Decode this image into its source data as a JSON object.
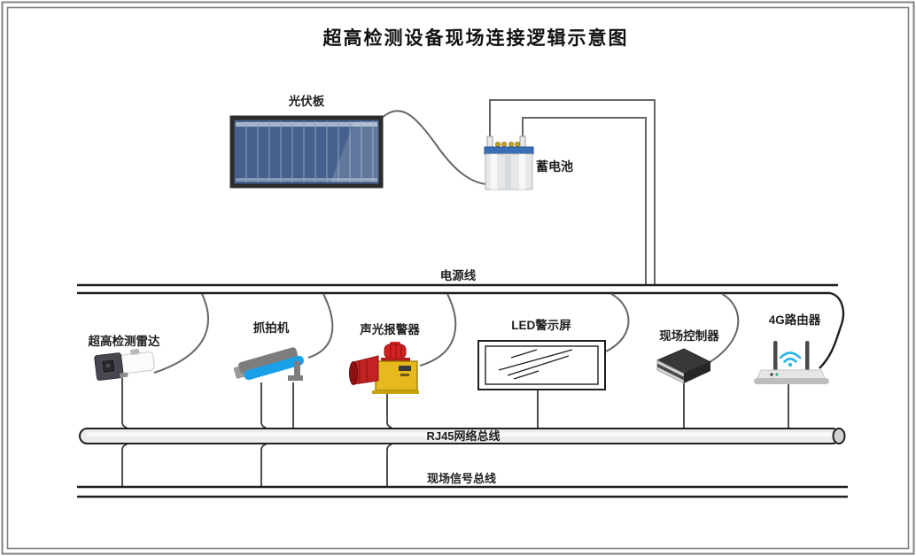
{
  "title": "超高检测设备现场连接逻辑示意图",
  "power": {
    "solar_label": "光伏板",
    "battery_label": "蓄电池"
  },
  "buses": {
    "power_line_label": "电源线",
    "network_bus_label": "RJ45网络总线",
    "signal_bus_label": "现场信号总线"
  },
  "devices": [
    {
      "id": "radar",
      "label": "超高检测雷达"
    },
    {
      "id": "capture-camera",
      "label": "抓拍机"
    },
    {
      "id": "alarm",
      "label": "声光报警器"
    },
    {
      "id": "led-screen",
      "label": "LED警示屏"
    },
    {
      "id": "controller",
      "label": "现场控制器"
    },
    {
      "id": "router",
      "label": "4G路由器"
    }
  ],
  "colors": {
    "wire_gray": "#666666",
    "bus_black": "#1f1f1f",
    "frame_gray": "#808080",
    "solar_blue": "#46618e",
    "battery_band_blue": "#3a6fb5",
    "camera_blue": "#19a0e8",
    "alarm_yellow": "#e6b91e",
    "alarm_red": "#cf2020",
    "controller_dark": "#383838",
    "wifi_cyan": "#29b6e8"
  }
}
